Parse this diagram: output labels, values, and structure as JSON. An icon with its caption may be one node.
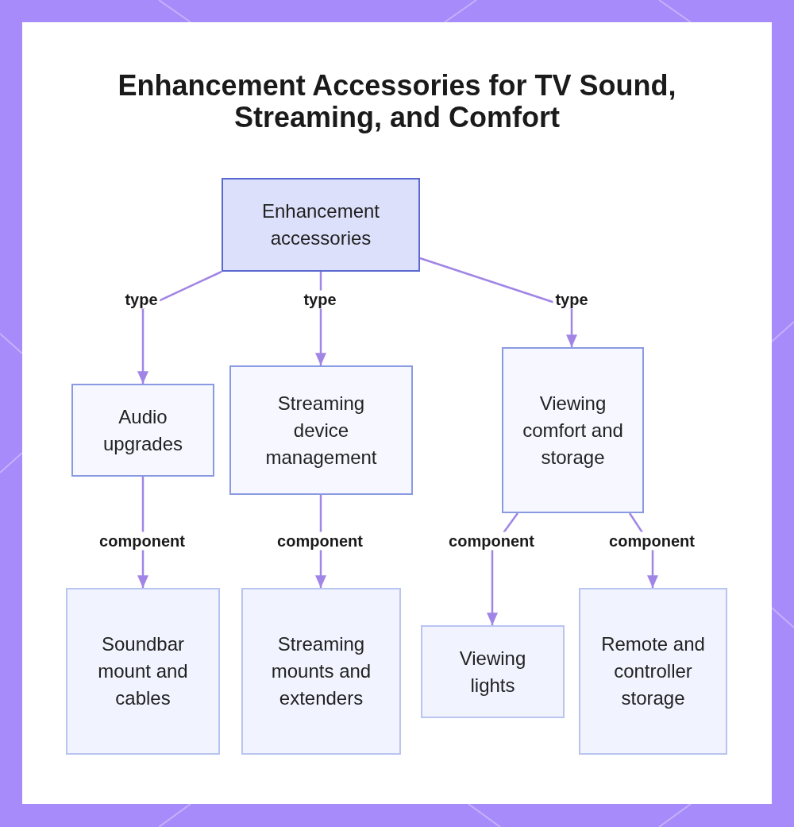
{
  "diagram": {
    "title": "Enhancement Accessories for TV Sound, Streaming, and Comfort",
    "nodes": [
      {
        "text": [
          "Enhancement accessories"
        ]
      },
      {
        "text": [
          "Audio upgrades"
        ]
      },
      {
        "text": [
          "Streaming device management"
        ]
      },
      {
        "text": [
          "Viewing comfort and storage"
        ]
      },
      {
        "text": [
          "Soundbar mount and cables"
        ]
      },
      {
        "text": [
          "Streaming mounts and extenders"
        ]
      },
      {
        "text": [
          "Viewing lights"
        ]
      },
      {
        "text": [
          "Remote and controller storage"
        ]
      }
    ],
    "edges": [
      {
        "from": 0,
        "to": 1,
        "arrow": "to",
        "label": "type"
      },
      {
        "from": 0,
        "to": 2,
        "arrow": "to",
        "label": "type"
      },
      {
        "from": 0,
        "to": 3,
        "arrow": "to",
        "label": "type"
      },
      {
        "from": 1,
        "to": 4,
        "arrow": "to",
        "label": "component"
      },
      {
        "from": 2,
        "to": 5,
        "arrow": "to",
        "label": "component"
      },
      {
        "from": 3,
        "to": 6,
        "arrow": "to",
        "label": "component"
      },
      {
        "from": 3,
        "to": 7,
        "arrow": "to",
        "label": "component"
      }
    ]
  }
}
